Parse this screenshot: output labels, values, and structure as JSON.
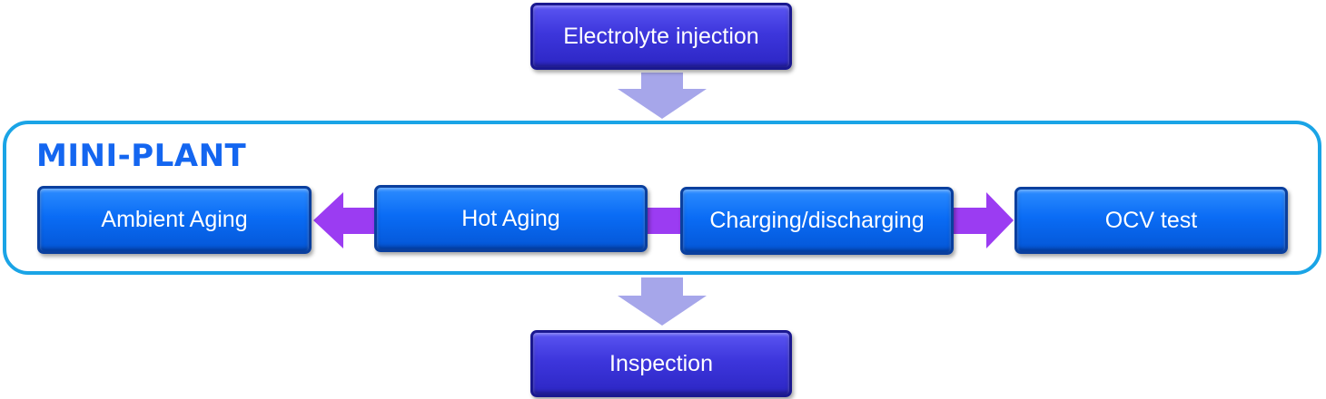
{
  "diagram": {
    "top_step": "Electrolyte injection",
    "group_title": "MINI-PLANT",
    "steps": {
      "ambient_aging": "Ambient Aging",
      "hot_aging": "Hot Aging",
      "charging": "Charging/discharging",
      "ocv_test": "OCV test"
    },
    "bottom_step": "Inspection"
  },
  "colors": {
    "indigo_box": "#3d36dc",
    "blue_box": "#0a6cf5",
    "frame": "#1aa4e6",
    "title": "#1466f0",
    "flow_arrow": "#a6a6ea",
    "purple_arrow": "#9b3cf2"
  }
}
